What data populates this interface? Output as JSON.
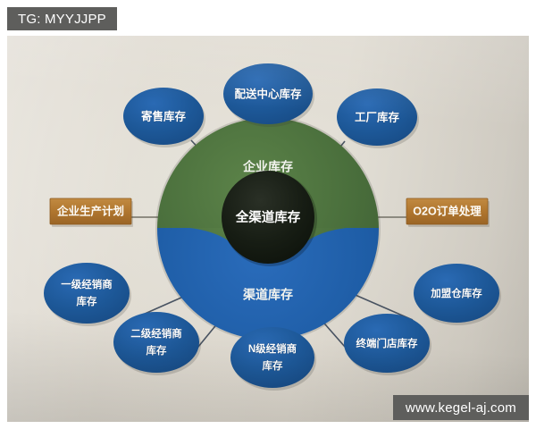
{
  "watermarks": {
    "top_left": "TG: MYYJJPP",
    "bottom_right": "www.kegel-aj.com"
  },
  "diagram": {
    "title": "全渠道库存",
    "core": {
      "label": "全渠道库存",
      "color": "#141a12"
    },
    "rings": [
      {
        "id": "enterprise",
        "label": "企业库存",
        "color": "#4a6f3c"
      },
      {
        "id": "channel",
        "label": "渠道库存",
        "color": "#1e5da6"
      }
    ],
    "side_boxes": [
      {
        "id": "production-plan",
        "label": "企业生产计划",
        "color": "#b0762f",
        "side": "left"
      },
      {
        "id": "o2o-order",
        "label": "O2O订单处理",
        "color": "#b0762f",
        "side": "right"
      }
    ],
    "nodes": [
      {
        "id": "consignment",
        "lines": [
          "寄售库存"
        ],
        "group": "enterprise",
        "color": "#1d5898"
      },
      {
        "id": "distribution-center",
        "lines": [
          "配送中心库存"
        ],
        "group": "enterprise",
        "color": "#1d5898"
      },
      {
        "id": "factory",
        "lines": [
          "工厂库存"
        ],
        "group": "enterprise",
        "color": "#1d5898"
      },
      {
        "id": "dealer-l1",
        "lines": [
          "一级经销商",
          "库存"
        ],
        "group": "channel",
        "color": "#1d5898"
      },
      {
        "id": "dealer-l2",
        "lines": [
          "二级经销商",
          "库存"
        ],
        "group": "channel",
        "color": "#1d5898"
      },
      {
        "id": "dealer-ln",
        "lines": [
          "N级经销商",
          "库存"
        ],
        "group": "channel",
        "color": "#1d5898"
      },
      {
        "id": "terminal-store",
        "lines": [
          "终端门店库存"
        ],
        "group": "channel",
        "color": "#1d5898"
      },
      {
        "id": "franchise-warehouse",
        "lines": [
          "加盟仓库存"
        ],
        "group": "channel",
        "color": "#1d5898"
      }
    ],
    "background_color": "#ded9cf"
  }
}
